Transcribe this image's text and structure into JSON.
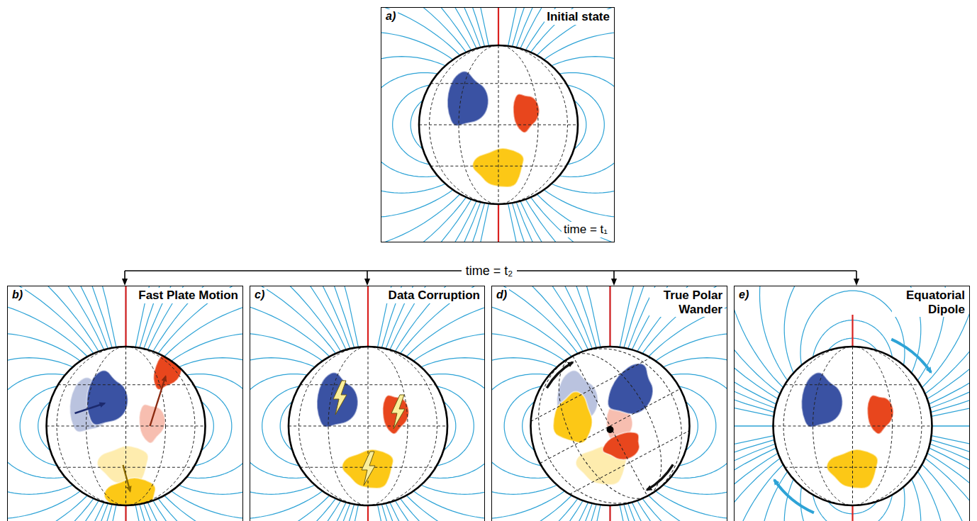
{
  "diagram": {
    "nodes": [
      {
        "text": [
          "a)",
          "Initial state",
          "time = t₁"
        ]
      },
      {
        "text": [
          "b)",
          "Fast Plate Motion"
        ]
      },
      {
        "text": [
          "c)",
          "Data Corruption"
        ]
      },
      {
        "text": [
          "d)",
          "True Polar Wander"
        ]
      },
      {
        "text": [
          "e)",
          "Equatorial Dipole"
        ]
      }
    ],
    "labels": [
      "time = t₂"
    ]
  }
}
